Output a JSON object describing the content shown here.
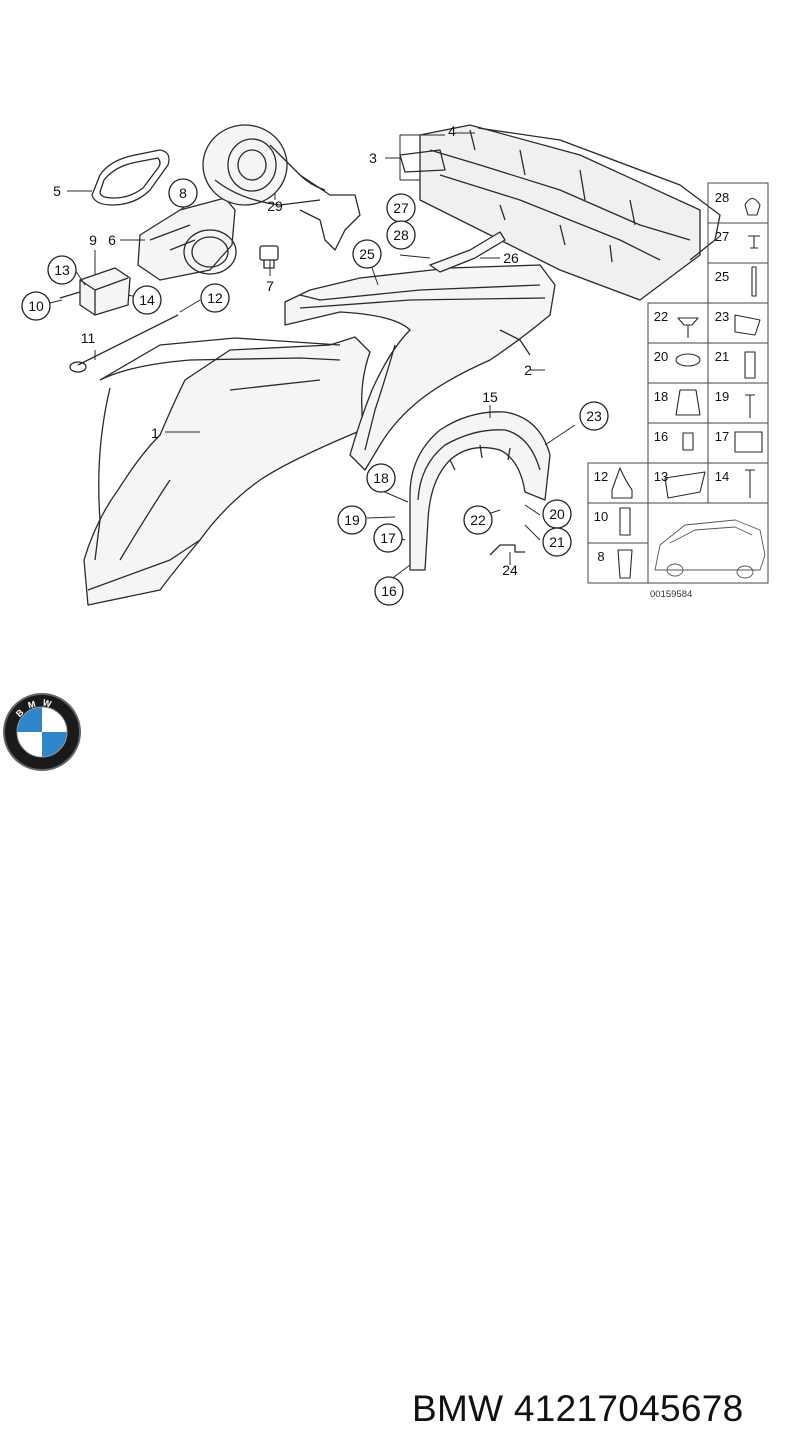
{
  "diagram": {
    "callouts": [
      "1",
      "2",
      "3",
      "4",
      "5",
      "6",
      "7",
      "8",
      "9",
      "10",
      "11",
      "12",
      "13",
      "14",
      "15",
      "16",
      "17",
      "18",
      "19",
      "20",
      "21",
      "22",
      "23",
      "24",
      "25",
      "26",
      "27",
      "28",
      "29"
    ],
    "legend_grid": {
      "rows": [
        [
          "28"
        ],
        [
          "27"
        ],
        [
          "25"
        ],
        [
          "22",
          "23"
        ],
        [
          "20",
          "21"
        ],
        [
          "18",
          "19"
        ],
        [
          "16",
          "17"
        ],
        [
          "12",
          "13",
          "14"
        ],
        [
          "10"
        ],
        [
          "8"
        ]
      ]
    },
    "image_code": "00159584"
  },
  "footer": {
    "brand_logo": "bmw-roundel-logo",
    "logo_letters": "BMW",
    "part_label": "BMW 41217045678"
  },
  "colors": {
    "line": "#2a2a2a",
    "part_fill": "#f2f2f2",
    "logo_blue": "#2f86c8",
    "logo_ring": "#1a1a1a"
  }
}
